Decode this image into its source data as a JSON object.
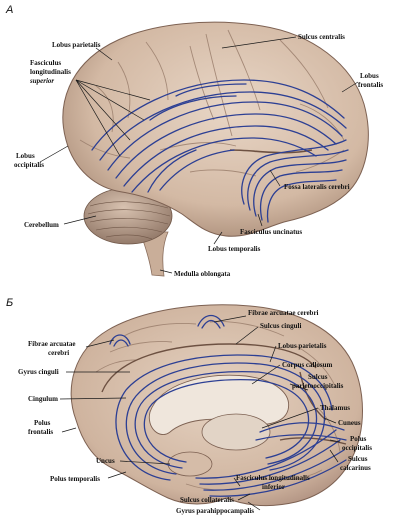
{
  "colors": {
    "background": "#ffffff",
    "brain_tissue": "#ddc6b3",
    "brain_shadow": "#b39885",
    "fiber_tract": "#2c3f94",
    "label_text": "#111111"
  },
  "panel_a": {
    "letter": "A",
    "labels": {
      "sulcus_centralis": "Sulcus centralis",
      "lobus_parietalis": "Lobus parietalis",
      "fasciculus_line1": "Fasciculus",
      "fasciculus_line2": "longitudinalis",
      "fasciculus_line3": "superior",
      "lobus_frontalis_line1": "Lobus",
      "lobus_frontalis_line2": "frontalis",
      "lobus_occipitalis_line1": "Lobus",
      "lobus_occipitalis_line2": "occipitalis",
      "fossa_lateralis": "Fossa lateralis cerebri",
      "cerebellum": "Cerebellum",
      "fasciculus_uncinatus": "Fasciculus uncinatus",
      "lobus_temporalis": "Lobus temporalis",
      "medulla_oblongata": "Medulla oblongata"
    }
  },
  "panel_b": {
    "letter": "Б",
    "labels": {
      "fibrae_arcuatae_right": "Fibrae arcuatae cerebri",
      "sulcus_cinguli": "Sulcus cinguli",
      "fibrae_arcuatae_left_line1": "Fibrae arcuatae",
      "fibrae_arcuatae_left_line2": "cerebri",
      "lobus_parietalis": "Lobus parietalis",
      "gyrus_cinguli": "Gyrus cinguli",
      "corpus_callosum": "Corpus callosum",
      "sulcus_parieto_line1": "Sulcus",
      "sulcus_parieto_line2": "parietooccipitalis",
      "cingulum": "Cingulum",
      "thalamus": "Thalamus",
      "polus_frontalis_line1": "Polus",
      "polus_frontalis_line2": "frontalis",
      "cuneus": "Cuneus",
      "polus_occipitalis_line1": "Polus",
      "polus_occipitalis_line2": "occipitalis",
      "uncus": "Uncus",
      "sulcus_calcarinus_line1": "Sulcus",
      "sulcus_calcarinus_line2": "calcarinus",
      "polus_temporalis": "Polus temporalis",
      "fasciculus_inferior_line1": "Fasciculus longitudinalis",
      "fasciculus_inferior_line2": "inferior",
      "sulcus_collateralis": "Sulcus collateralis",
      "gyrus_parahippocampalis": "Gyrus parahippocampalis"
    }
  }
}
